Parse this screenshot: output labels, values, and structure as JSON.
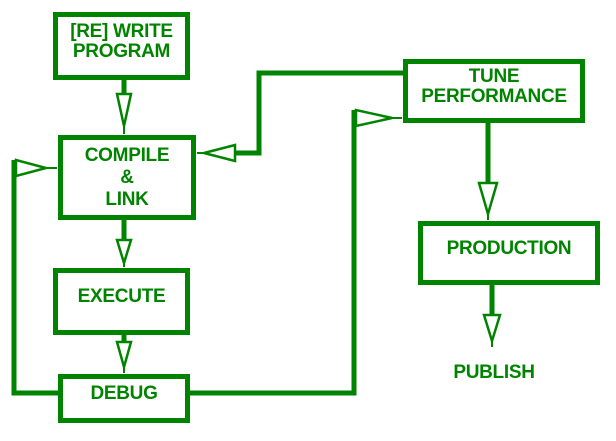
{
  "diagram": {
    "accent_color": "#008400",
    "nodes": {
      "write_program": {
        "lines": [
          "[RE] WRITE",
          "PROGRAM"
        ]
      },
      "compile_link": {
        "lines": [
          "COMPILE",
          "&",
          "LINK"
        ]
      },
      "execute": {
        "lines": [
          "EXECUTE"
        ]
      },
      "debug": {
        "lines": [
          "DEBUG"
        ]
      },
      "tune_performance": {
        "lines": [
          "TUNE",
          "PERFORMANCE"
        ]
      },
      "production": {
        "lines": [
          "PRODUCTION"
        ]
      },
      "publish": {
        "lines": [
          "PUBLISH"
        ]
      }
    },
    "edges": [
      {
        "from": "write_program",
        "to": "compile_link"
      },
      {
        "from": "compile_link",
        "to": "execute"
      },
      {
        "from": "execute",
        "to": "debug"
      },
      {
        "from": "debug",
        "to": "compile_link"
      },
      {
        "from": "debug",
        "to": "tune_performance"
      },
      {
        "from": "tune_performance",
        "to": "compile_link"
      },
      {
        "from": "tune_performance",
        "to": "production"
      },
      {
        "from": "production",
        "to": "publish"
      }
    ]
  }
}
